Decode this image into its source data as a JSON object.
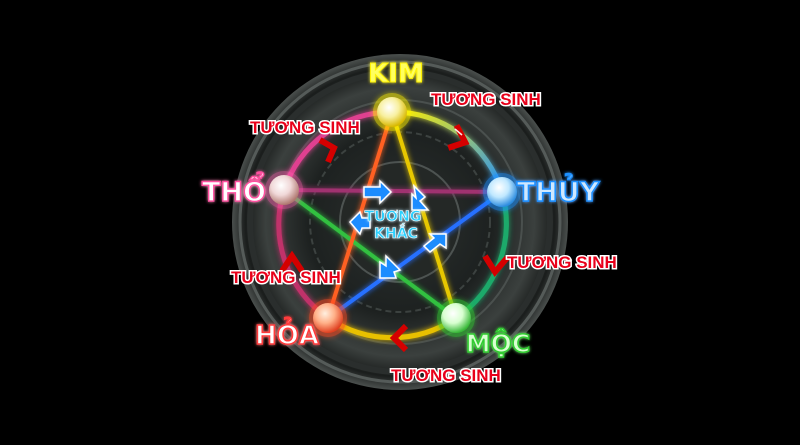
{
  "elements": {
    "kim": {
      "label": "KIM",
      "color": "#fff200",
      "glow": "#ffffaa"
    },
    "thuy": {
      "label": "THỦY",
      "color": "#1e90ff",
      "glow": "#9fd0ff"
    },
    "moc": {
      "label": "MỘC",
      "color": "#33cc33",
      "glow": "#b6ffb6"
    },
    "hoa": {
      "label": "HỎA",
      "color": "#ff3b3b",
      "glow": "#ffb0a0"
    },
    "tho": {
      "label": "THỔ",
      "color": "#ffffff",
      "glow": "#ffd0e8"
    }
  },
  "center": {
    "line1": "TƯƠNG",
    "line2": "KHẮC",
    "color": "#29d0ff"
  },
  "relations": {
    "kim_thuy": "TƯƠNG SINH",
    "thuy_moc": "TƯƠNG SINH",
    "moc_hoa": "TƯƠNG SINH",
    "hoa_tho": "TƯƠNG SINH",
    "tho_kim": "TƯƠNG SINH",
    "color": "#e8001a"
  },
  "colors": {
    "background": "#000000",
    "disc_dark": "#1a1d1c",
    "disc_mid": "#3a3f3d",
    "arrow_red": "#d40000",
    "arrow_blue": "#2288ff"
  }
}
